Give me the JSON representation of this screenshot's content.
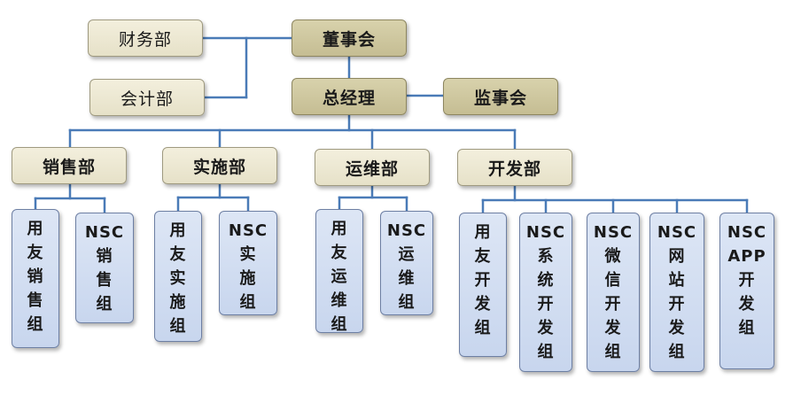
{
  "diagram": {
    "line_color": "#4a7bb7",
    "top": {
      "board": "董事会",
      "finance": "财务部",
      "accounting": "会计部",
      "gm": "总经理",
      "supervisors": "监事会"
    },
    "departments": [
      {
        "id": "sales",
        "label": "销售部",
        "teams": [
          {
            "id": "user-sales",
            "label": "用\n友\n销\n售\n组"
          },
          {
            "id": "nsc-sales",
            "label": "NSC\n销\n售\n组"
          }
        ]
      },
      {
        "id": "impl",
        "label": "实施部",
        "teams": [
          {
            "id": "user-impl",
            "label": "用\n友\n实\n施\n组"
          },
          {
            "id": "nsc-impl",
            "label": "NSC\n实\n施\n组"
          }
        ]
      },
      {
        "id": "ops",
        "label": "运维部",
        "teams": [
          {
            "id": "user-ops",
            "label": "用\n友\n运\n维\n组"
          },
          {
            "id": "nsc-ops",
            "label": "NSC\n运\n维\n组"
          }
        ]
      },
      {
        "id": "dev",
        "label": "开发部",
        "teams": [
          {
            "id": "user-dev",
            "label": "用\n友\n开\n发\n组"
          },
          {
            "id": "nsc-sys-dev",
            "label": "NSC\n系\n统\n开\n发\n组"
          },
          {
            "id": "nsc-wechat-dev",
            "label": "NSC\n微\n信\n开\n发\n组"
          },
          {
            "id": "nsc-web-dev",
            "label": "NSC\n网\n站\n开\n发\n组"
          },
          {
            "id": "nsc-app-dev",
            "label": "NSC\nAPP\n开\n发\n组"
          }
        ]
      }
    ]
  }
}
